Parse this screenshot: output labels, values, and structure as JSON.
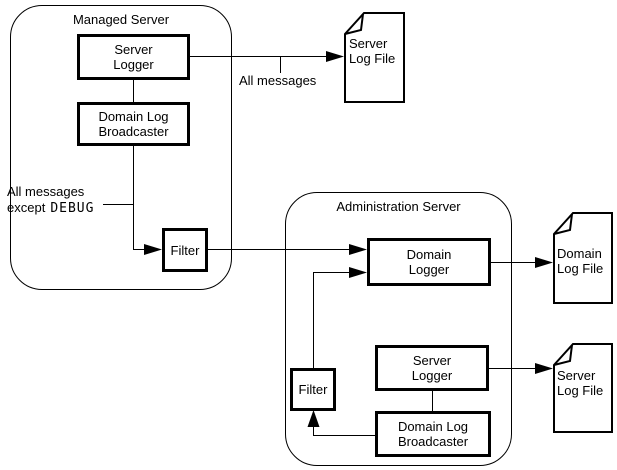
{
  "colors": {
    "ink": "#000000",
    "background": "#ffffff"
  },
  "managed_server": {
    "title": "Managed Server",
    "server_logger": [
      "Server",
      "Logger"
    ],
    "broadcaster": [
      "Domain Log",
      "Broadcaster"
    ],
    "filter": "Filter"
  },
  "admin_server": {
    "title": "Administration Server",
    "domain_logger": [
      "Domain",
      "Logger"
    ],
    "server_logger": [
      "Server",
      "Logger"
    ],
    "broadcaster": [
      "Domain Log",
      "Broadcaster"
    ],
    "filter": "Filter"
  },
  "labels": {
    "all_messages": "All messages",
    "except_line1": "All messages",
    "except_word": "except",
    "except_code": "DEBUG"
  },
  "files": {
    "server_log_top": [
      "Server",
      "Log File"
    ],
    "domain_log": [
      "Domain",
      "Log File"
    ],
    "server_log_bottom": [
      "Server",
      "Log File"
    ]
  }
}
